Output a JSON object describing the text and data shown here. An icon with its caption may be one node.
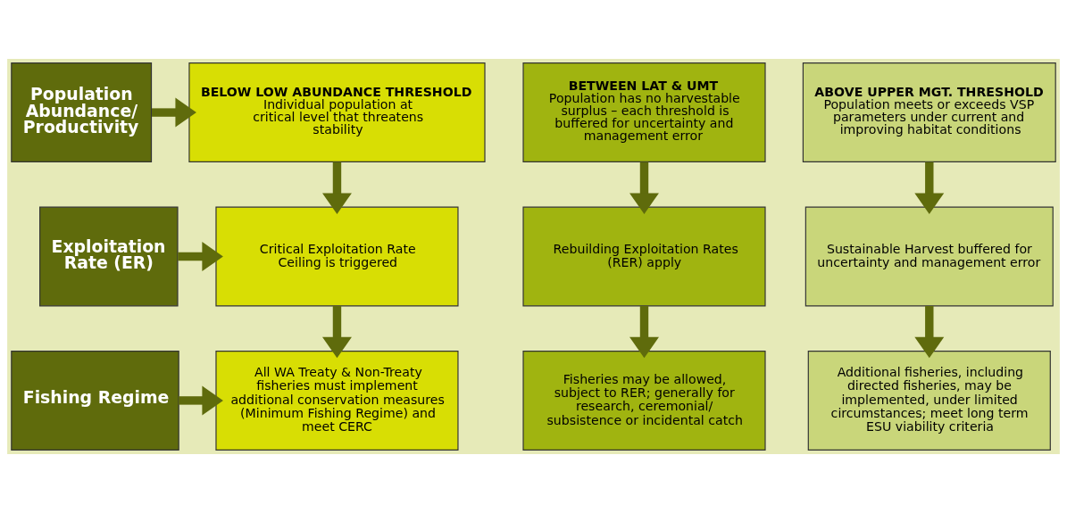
{
  "diagram": {
    "nodes": [
      {
        "text": [
          "Population Abundance/ Productivity"
        ]
      },
      {
        "text": [
          "BELOW LOW ABUNDANCE THRESHOLD",
          "Individual population at critical level that threatens stability"
        ]
      },
      {
        "text": [
          "BETWEEN LAT & UMT",
          "Population has no harvestable surplus – each threshold is buffered for uncertainty and management error"
        ]
      },
      {
        "text": [
          "ABOVE UPPER MGT. THRESHOLD",
          "Population meets or exceeds VSP parameters under current and improving habitat conditions"
        ]
      },
      {
        "text": [
          "Exploitation Rate (ER)"
        ]
      },
      {
        "text": [
          "Critical Exploitation Rate Ceiling is triggered"
        ]
      },
      {
        "text": [
          "Rebuilding Exploitation Rates (RER) apply"
        ]
      },
      {
        "text": [
          "Sustainable Harvest buffered for uncertainty and management error"
        ]
      },
      {
        "text": [
          "Fishing Regime"
        ]
      },
      {
        "text": [
          "All WA Treaty & Non-Treaty fisheries must implement additional conservation measures  (Minimum Fishing Regime) and meet CERC"
        ]
      },
      {
        "text": [
          "Fisheries may be allowed, subject to RER; generally for research, ceremonial/ subsistence or incidental catch"
        ]
      },
      {
        "text": [
          "Additional fisheries, including directed fisheries, may be implemented, under limited circumstances; meet long term ESU viability criteria"
        ]
      }
    ],
    "edges": [
      {
        "from": 0,
        "to": 1,
        "arrow": "to"
      },
      {
        "from": 1,
        "to": 5,
        "arrow": "to"
      },
      {
        "from": 2,
        "to": 6,
        "arrow": "to"
      },
      {
        "from": 3,
        "to": 7,
        "arrow": "to"
      },
      {
        "from": 4,
        "to": 5,
        "arrow": "to"
      },
      {
        "from": 5,
        "to": 9,
        "arrow": "to"
      },
      {
        "from": 6,
        "to": 10,
        "arrow": "to"
      },
      {
        "from": 7,
        "to": 11,
        "arrow": "to"
      },
      {
        "from": 8,
        "to": 9,
        "arrow": "to"
      }
    ]
  }
}
